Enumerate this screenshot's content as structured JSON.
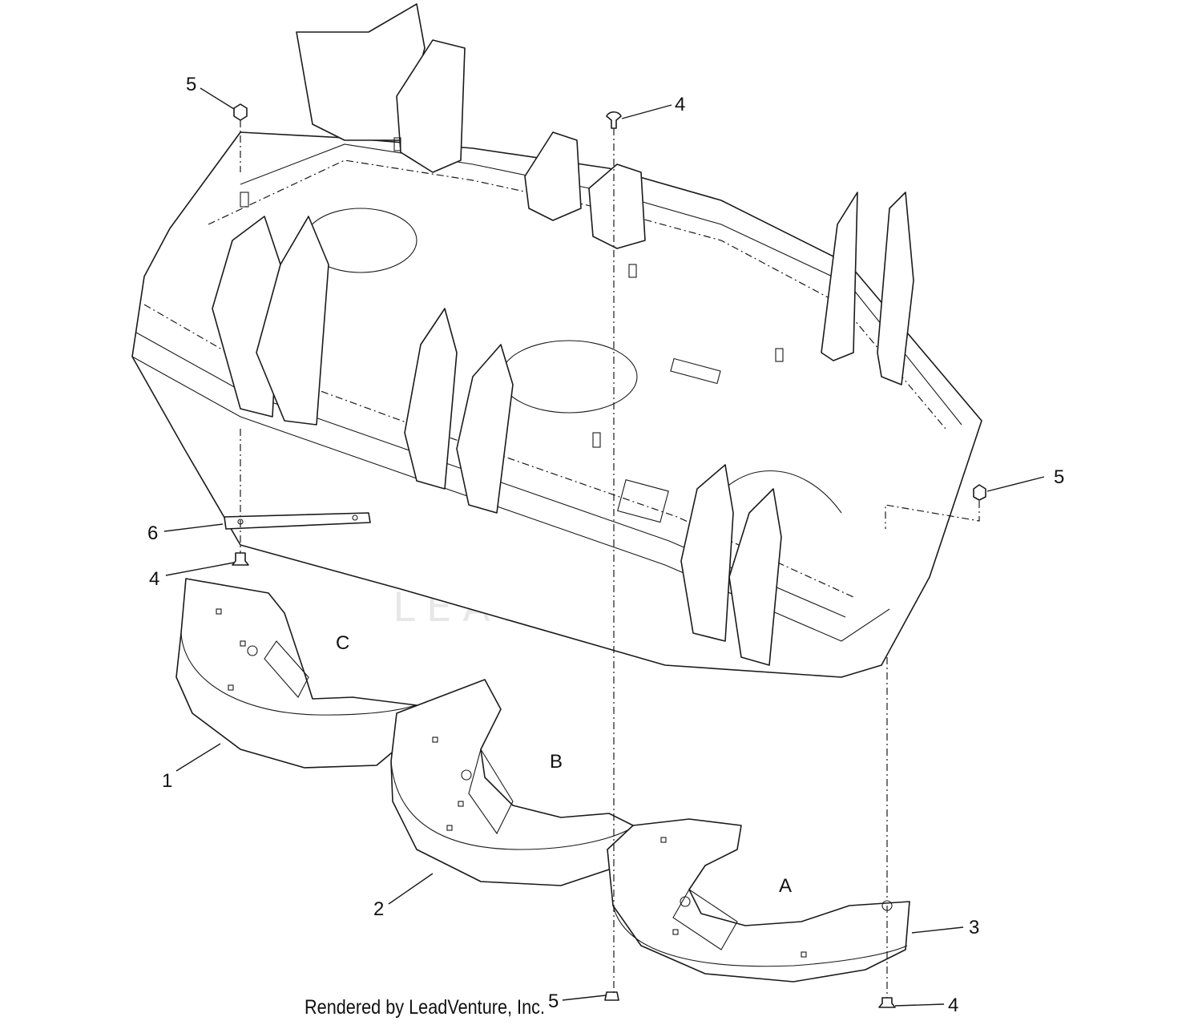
{
  "callouts": [
    {
      "label": "5"
    },
    {
      "label": "4"
    },
    {
      "label": "5"
    },
    {
      "label": "6"
    },
    {
      "label": "4"
    },
    {
      "label": "1"
    },
    {
      "label": "2"
    },
    {
      "label": "3"
    },
    {
      "label": "5"
    },
    {
      "label": "4"
    }
  ],
  "baffle_letters": {
    "c": "C",
    "b": "B",
    "a": "A"
  },
  "credit": "Rendered by LeadVenture, Inc.",
  "watermark": "LEADVENTURE"
}
